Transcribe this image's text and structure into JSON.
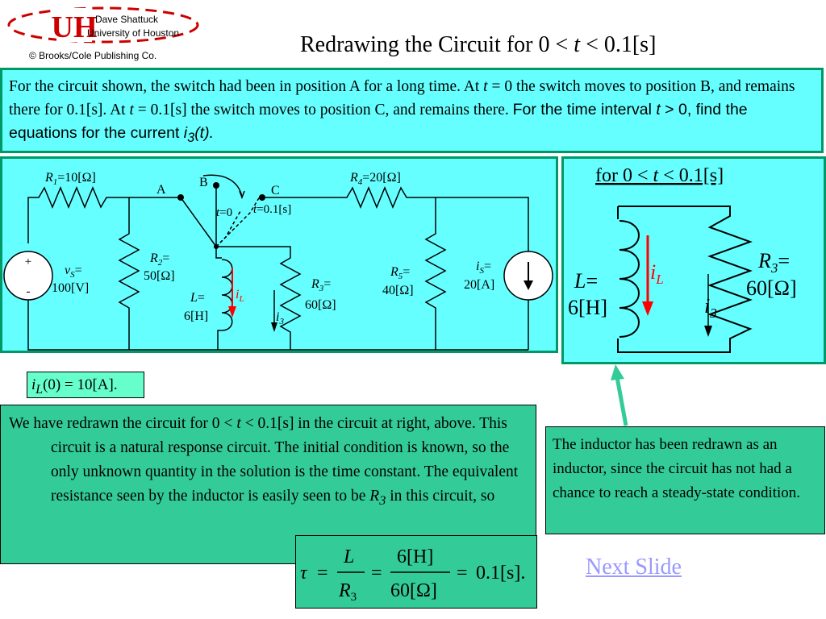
{
  "header": {
    "author": "Dave Shattuck",
    "university": "University of Houston",
    "copyright": "© Brooks/Cole Publishing Co.",
    "logo_text": "UH"
  },
  "title": {
    "prefix": "Redrawing the Circuit for 0 < ",
    "var": "t",
    "suffix": " < 0.1[s]"
  },
  "problem": {
    "part1": "For the circuit shown, the switch had been in position A for a long time.  At ",
    "t1": "t",
    "part2": " = 0 the switch moves to position B, and remains there for 0.1[s].  At ",
    "t2": "t",
    "part3": " = 0.1[s] the switch moves to position C, and remains there.  ",
    "part4": "For the time interval ",
    "t3": "t",
    "part5": " > 0, find the equations for the current ",
    "i": "i",
    "isub": "3",
    "part6": "(t)."
  },
  "circuit": {
    "R1": {
      "sym": "R",
      "sub": "1",
      "val": "=10[Ω]"
    },
    "R2": {
      "sym": "R",
      "sub": "2",
      "eq": "=",
      "val": "50[Ω]"
    },
    "R3": {
      "sym": "R",
      "sub": "3",
      "eq": "=",
      "val": "60[Ω]"
    },
    "R4": {
      "sym": "R",
      "sub": "4",
      "val": "=20[Ω]"
    },
    "R5": {
      "sym": "R",
      "sub": "5",
      "eq": "=",
      "val": "40[Ω]"
    },
    "L": {
      "sym": "L",
      "eq": "=",
      "val": "6[H]"
    },
    "vS": {
      "sym": "v",
      "sub": "S",
      "eq": "=",
      "val": "100[V]",
      "plus": "+",
      "minus": "-"
    },
    "iS": {
      "sym": "i",
      "sub": "S",
      "eq": "=",
      "val": "20[A]"
    },
    "iL": {
      "sym": "i",
      "sub": "L"
    },
    "i3": {
      "sym": "i",
      "sub": "3"
    },
    "switch": {
      "A": "A",
      "B": "B",
      "C": "C",
      "tB": "t",
      "tB_val": "=0",
      "tC": "t",
      "tC_val": "=0.1[s]"
    }
  },
  "redrawn": {
    "heading_prefix": "for 0 < ",
    "heading_var": "t",
    "heading_suffix": " < 0.1[s]",
    "L_sym": "L",
    "L_eq": "=",
    "L_val": "6[H]",
    "iL_sym": "i",
    "iL_sub": "L",
    "R3_sym": "R",
    "R3_sub": "3",
    "R3_eq": "=",
    "R3_val": "60[Ω]",
    "i3_sym": "i",
    "i3_sub": "3"
  },
  "initial_condition": {
    "sym": "i",
    "sub": "L",
    "expr": "(0) = 10[A]."
  },
  "explanation": {
    "part1": "We have redrawn the circuit for 0 < ",
    "t": "t",
    "part2": " < 0.1[s] in the circuit at right, above.  This circuit is a natural response circuit.  The initial condition is known, so the only unknown quantity in the solution is the time constant.  The equivalent resistance seen by the inductor is easily seen to be ",
    "r": "R",
    "rsub": "3",
    "part3": " in this circuit, so"
  },
  "note": {
    "text": "The inductor has been redrawn as an inductor, since the circuit has not had a chance to reach a steady-state condition."
  },
  "tau": {
    "tau": "τ",
    "eq1": "=",
    "num1": "L",
    "den1": "R",
    "den1sub": "3",
    "eq2": "=",
    "num2": "6[H]",
    "den2": "60[Ω]",
    "eq3": "=",
    "result": "0.1[s]."
  },
  "nav": {
    "next": "Next Slide"
  },
  "colors": {
    "panel": "#66ffff",
    "panel_border": "#009966",
    "green_box": "#33cc99",
    "arrow_red": "#ff0000",
    "arrow_green": "#33cc99",
    "logo_red": "#cc0000",
    "link": "#9999ff"
  }
}
